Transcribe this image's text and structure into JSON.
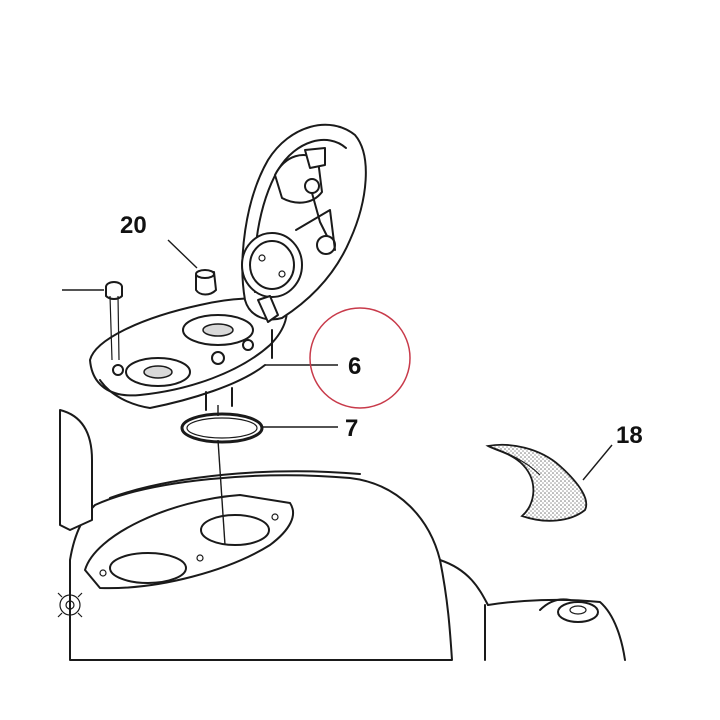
{
  "callouts": {
    "c20": "20",
    "c6": "6",
    "c7": "7",
    "c18": "18"
  },
  "colors": {
    "line": "#1a1a1a",
    "highlight_circle": "#c83a4a",
    "stipple": "#8c8c8c"
  }
}
